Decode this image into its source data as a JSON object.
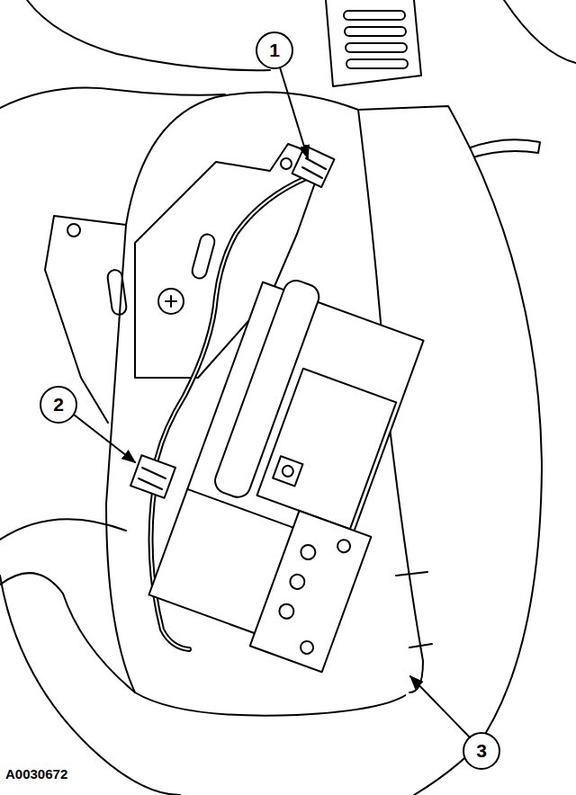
{
  "diagram": {
    "labels": [
      "1",
      "2",
      "3",
      "A0030672"
    ]
  }
}
